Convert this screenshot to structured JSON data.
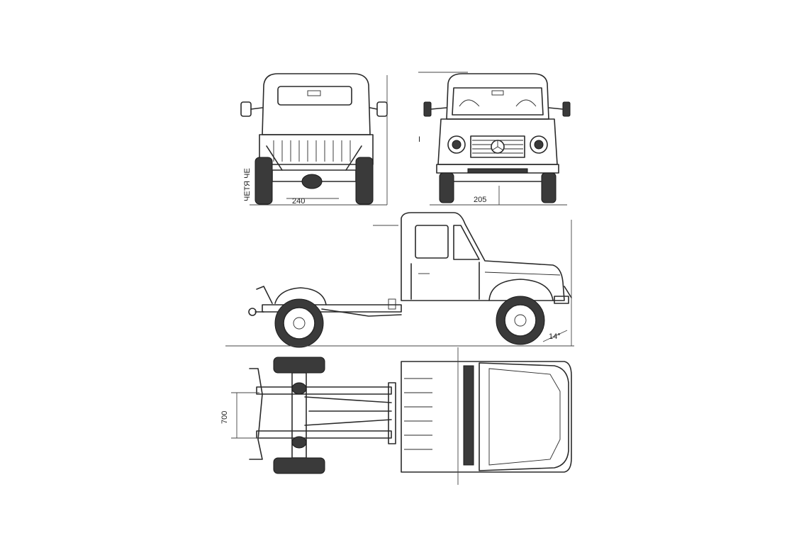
{
  "dimensions": {
    "rear_track": "240",
    "front_clearance": "205",
    "frame_width": "700",
    "rear_height_note": "ЧЕТЯ ЧЕ",
    "approach": "14°",
    "side_mark": "I"
  },
  "colors": {
    "line": "#2a2a2a",
    "paper": "#ffffff",
    "tire": "#3a3a3a"
  }
}
